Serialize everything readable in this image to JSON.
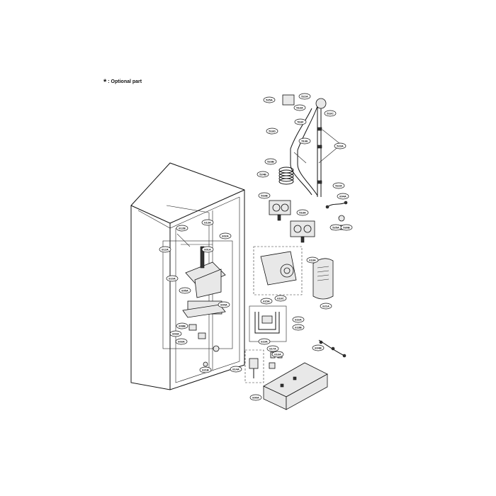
{
  "note": {
    "star": "*",
    "text": ": Optional part"
  },
  "labels": [
    {
      "id": "l525",
      "text": "525A"
    },
    {
      "id": "l522",
      "text": "522A"
    },
    {
      "id": "l516a",
      "text": "516A"
    },
    {
      "id": "l516c",
      "text": "516C"
    },
    {
      "id": "l516d",
      "text": "516D"
    },
    {
      "id": "l516f",
      "text": "516F"
    },
    {
      "id": "l516e",
      "text": "516E"
    },
    {
      "id": "l523a",
      "text": "523A"
    },
    {
      "id": "l523b",
      "text": "523B"
    },
    {
      "id": "l524b",
      "text": "524B"
    },
    {
      "id": "l516b",
      "text": "516B"
    },
    {
      "id": "l522b",
      "text": "522A"
    },
    {
      "id": "l604a",
      "text": "604A"
    },
    {
      "id": "l518a",
      "text": "518A"
    },
    {
      "id": "l525a",
      "text": "525A"
    },
    {
      "id": "l530b",
      "text": "530B"
    },
    {
      "id": "l612b",
      "text": "612B"
    },
    {
      "id": "l613a",
      "text": "613A"
    },
    {
      "id": "l612a",
      "text": "612A"
    },
    {
      "id": "l602",
      "text": "602A"
    },
    {
      "id": "l601a",
      "text": "601A"
    },
    {
      "id": "l610a",
      "text": "610A"
    },
    {
      "id": "l618a",
      "text": "618A"
    },
    {
      "id": "l621a",
      "text": "621A"
    },
    {
      "id": "l605a",
      "text": "605A"
    },
    {
      "id": "l604b",
      "text": "604A"
    },
    {
      "id": "l615a",
      "text": "615A"
    },
    {
      "id": "l616c",
      "text": "616C"
    },
    {
      "id": "l616a",
      "text": "616A"
    },
    {
      "id": "l618b",
      "text": "618B"
    },
    {
      "id": "l608",
      "text": "608B"
    },
    {
      "id": "l603a",
      "text": "603A"
    },
    {
      "id": "l603b",
      "text": "603A"
    },
    {
      "id": "l617a",
      "text": "617A"
    },
    {
      "id": "l619a",
      "text": "619A"
    },
    {
      "id": "l616b",
      "text": "616A"
    },
    {
      "id": "l606",
      "text": "604B"
    },
    {
      "id": "l621b",
      "text": "621B"
    },
    {
      "id": "l614a",
      "text": "614A"
    },
    {
      "id": "l600a",
      "text": "600A"
    }
  ]
}
